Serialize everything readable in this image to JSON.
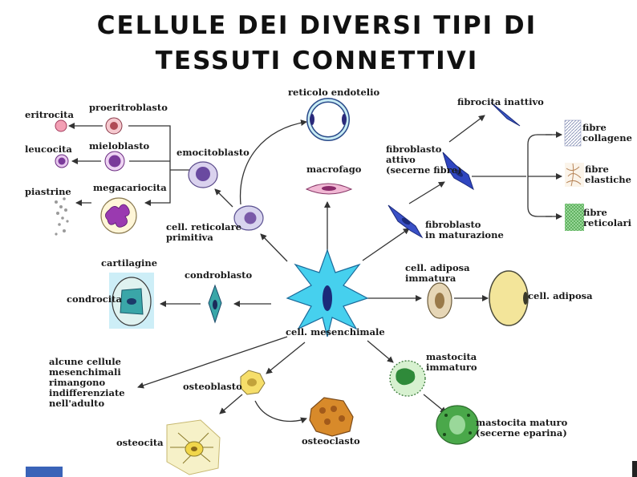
{
  "title": {
    "line1": "CELLULE DEI DIVERSI TIPI DI",
    "line2": "TESSUTI CONNETTIVI"
  },
  "labels": {
    "eritrocita": "eritrocita",
    "proeritroblasto": "proeritroblasto",
    "leucocita": "leucocita",
    "mieloblasto": "mieloblasto",
    "piastrine": "piastrine",
    "megacariocita": "megacariocita",
    "emocitoblasto": "emocitoblasto",
    "reticolo_endotelio": "reticolo endotelio",
    "macrofago": "macrofago",
    "cell_reticolare": [
      "cell. reticolare",
      "primitiva"
    ],
    "fibrocita_inattivo": "fibrocita inattivo",
    "fibroblasto_attivo": [
      "fibroblasto",
      "attivo",
      "(secerne fibre)"
    ],
    "fibroblasto_maturazione": [
      "fibroblasto",
      "in maturazione"
    ],
    "fibre_collagene": [
      "fibre",
      "collagene"
    ],
    "fibre_elastiche": [
      "fibre",
      "elastiche"
    ],
    "fibre_reticolari": [
      "fibre",
      "reticolari"
    ],
    "cartilagine": "cartilagine",
    "condroblasto": "condroblasto",
    "condrocita": "condrocita",
    "cell_adiposa_immatura": [
      "cell. adiposa",
      "immatura"
    ],
    "cell_adiposa": "cell. adiposa",
    "cell_mesenchimale": "cell. mesenchimale",
    "indifferenziate": [
      "alcune cellule",
      "mesenchimali",
      "rimangono",
      "indifferenziate",
      "nell'adulto"
    ],
    "osteoblasto": "osteoblasto",
    "mastocita_immaturo": [
      "mastocita",
      "immaturo"
    ],
    "osteocita": "osteocita",
    "osteoclasto": "osteoclasto",
    "mastocita_maturo": [
      "mastocita maturo",
      "(secerne eparina)"
    ]
  },
  "colors": {
    "mesenchymal": "#46d0ee",
    "nucleus_dark": "#1b2a7a",
    "fibroblast": "#2a3cb0",
    "blood_purple": "#7a3a9a",
    "adipose_yellow": "#f3e59a",
    "mast_green": "#4aa84a",
    "osteoclast_orange": "#d88a2a",
    "osteocyte_yellow": "#f1d64a"
  }
}
